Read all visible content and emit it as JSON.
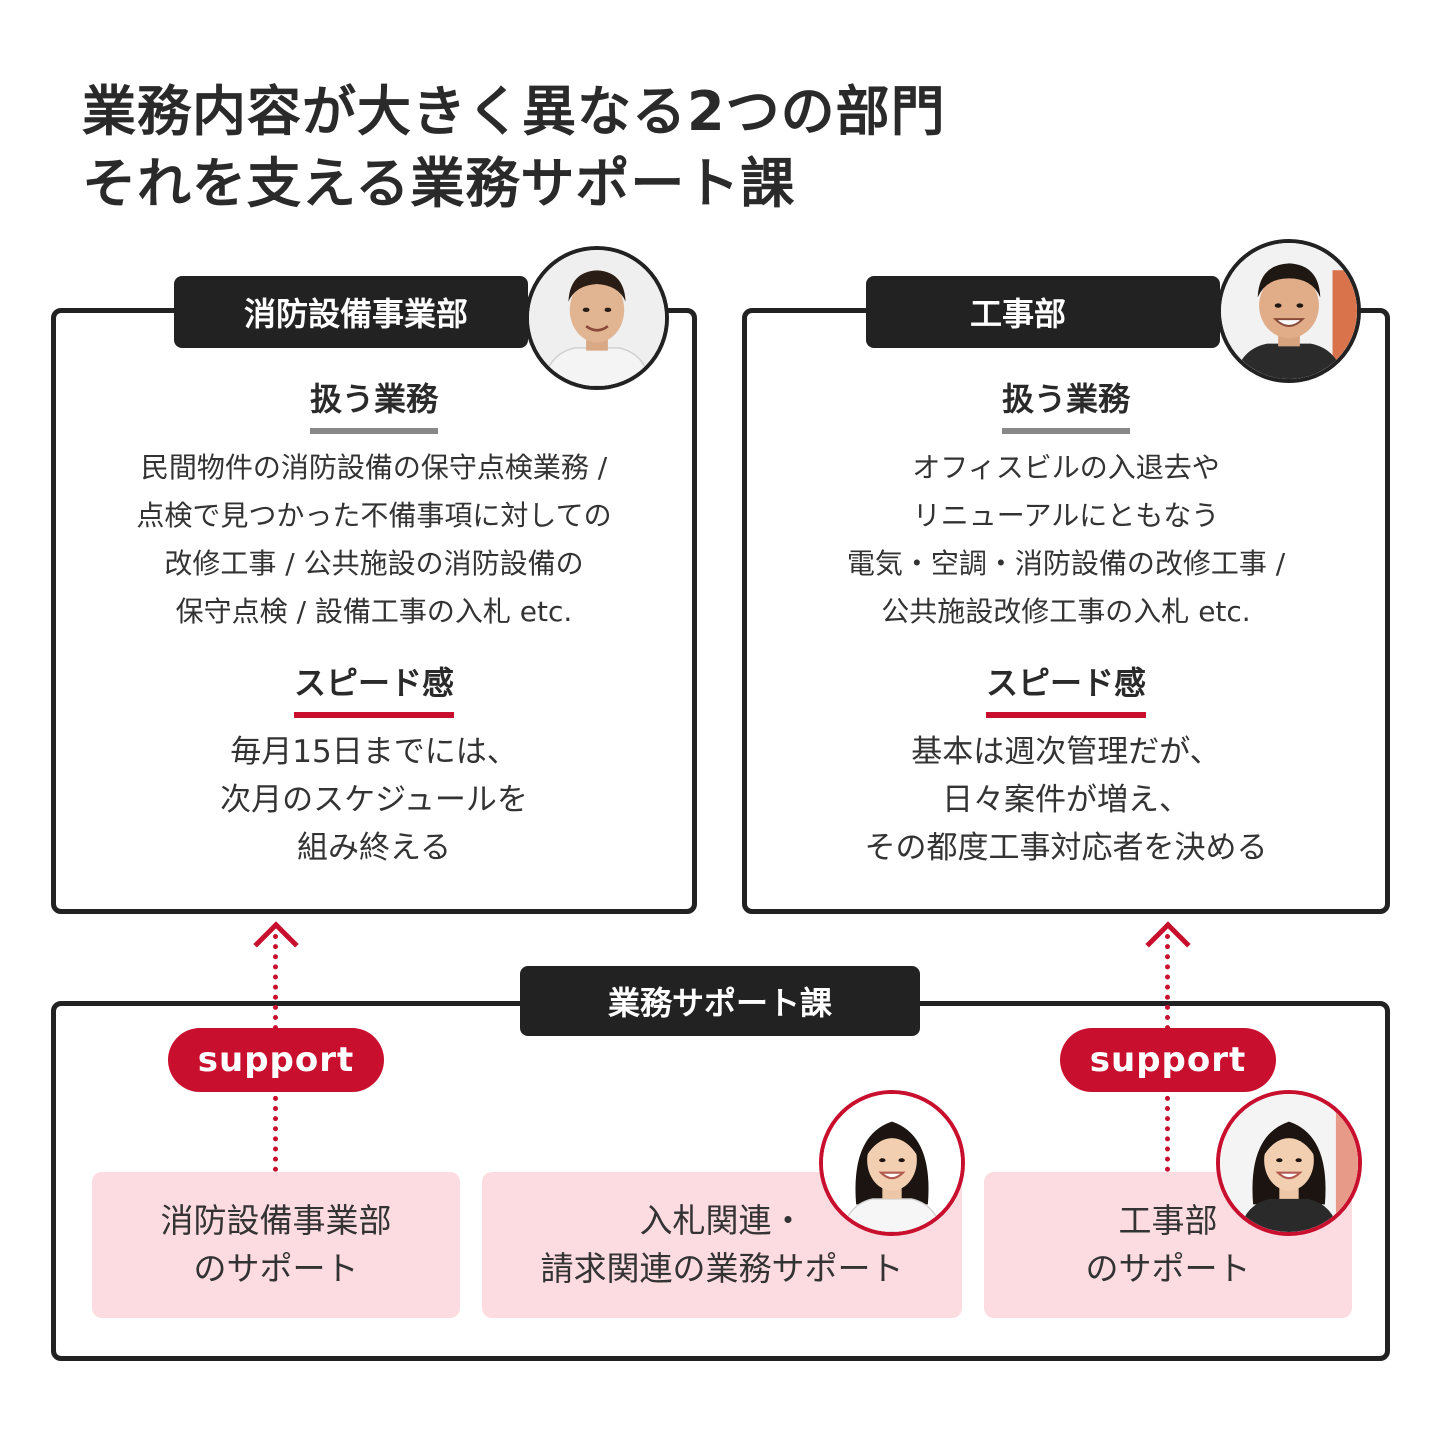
{
  "title": {
    "line1": "業務内容が大きく異なる2つの部門",
    "line2": "それを支える業務サポート課"
  },
  "departments": [
    {
      "name": "消防設備事業部",
      "tasks_heading": "扱う業務",
      "tasks_lines": [
        "民間物件の消防設備の保守点検業務 /",
        "点検で見つかった不備事項に対しての",
        "改修工事 / 公共施設の消防設備の",
        "保守点検 / 設備工事の入札 etc."
      ],
      "speed_heading": "スピード感",
      "speed_lines": [
        "毎月15日までには、",
        "次月のスケジュールを",
        "組み終える"
      ]
    },
    {
      "name": "工事部",
      "tasks_heading": "扱う業務",
      "tasks_lines": [
        "オフィスビルの入退去や",
        "リニューアルにともなう",
        "電気・空調・消防設備の改修工事 /",
        "公共施設改修工事の入札 etc."
      ],
      "speed_heading": "スピード感",
      "speed_lines": [
        "基本は週次管理だが、",
        "日々案件が増え、",
        "その都度工事対応者を決める"
      ]
    }
  ],
  "support_section": {
    "name": "業務サポート課",
    "pill_label": "support",
    "cards": [
      [
        "消防設備事業部",
        "のサポート"
      ],
      [
        "入札関連・",
        "請求関連の業務サポート"
      ],
      [
        "工事部",
        "のサポート"
      ]
    ]
  },
  "colors": {
    "accent_red": "#c8102e",
    "label_dark": "#222222",
    "card_pink": "#fcdce1",
    "underline_gray": "#888888"
  },
  "icons": [
    "man-portrait-icon",
    "woman-portrait-icon",
    "arrow-up-icon"
  ]
}
